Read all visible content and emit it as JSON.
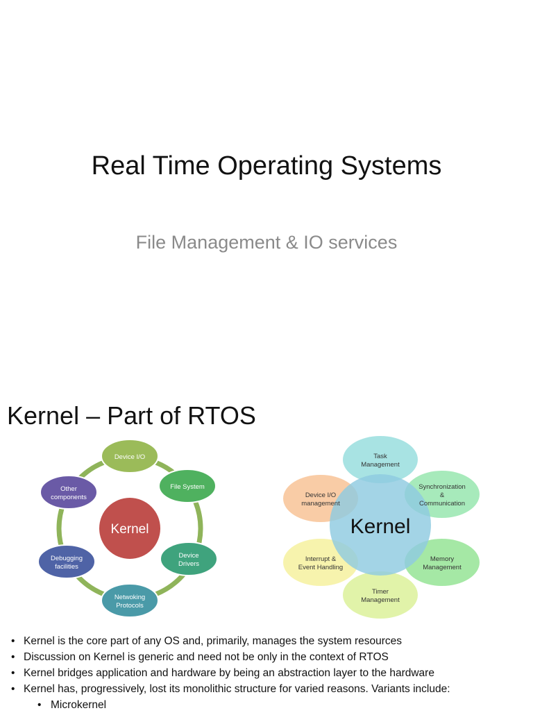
{
  "slide1": {
    "title": "Real Time Operating Systems",
    "subtitle": "File Management & IO services"
  },
  "slide2": {
    "title": "Kernel – Part of RTOS",
    "diagram_left": {
      "center": "Kernel",
      "nodes": [
        {
          "line1": "Device I/O",
          "line2": "",
          "color": "#9bbb59"
        },
        {
          "line1": "File System",
          "line2": "",
          "color": "#4fb15f"
        },
        {
          "line1": "Device",
          "line2": "Drivers",
          "color": "#3fa37d"
        },
        {
          "line1": "Netwoking",
          "line2": "Protocols",
          "color": "#4a9aa8"
        },
        {
          "line1": "Debugging",
          "line2": "facilities",
          "color": "#4f63a6"
        },
        {
          "line1": "Other",
          "line2": "components",
          "color": "#6a5aa6"
        }
      ]
    },
    "diagram_right": {
      "center": "Kernel",
      "nodes": [
        {
          "line1": "Task",
          "line2": "Management",
          "line3": "",
          "color": "#9ee0e0"
        },
        {
          "line1": "Synchronization",
          "line2": "&",
          "line3": "Communication",
          "color": "#9de8b4"
        },
        {
          "line1": "Memory",
          "line2": "Management",
          "line3": "",
          "color": "#9be59b"
        },
        {
          "line1": "Timer",
          "line2": "Management",
          "line3": "",
          "color": "#def2a0"
        },
        {
          "line1": "Interrupt &",
          "line2": "Event Handling",
          "line3": "",
          "color": "#f6f2a4"
        },
        {
          "line1": "Device I/O",
          "line2": "management",
          "line3": "",
          "color": "#f8c79c"
        }
      ]
    },
    "bullets": [
      "Kernel is the core part of any OS and, primarily, manages the system resources",
      "Discussion on Kernel is generic and need not be only in the context of RTOS",
      "Kernel bridges application and hardware by being an abstraction layer to the hardware",
      "Kernel has, progressively, lost its monolithic structure for varied reasons. Variants include:"
    ],
    "sub_bullets": [
      "Microkernel"
    ]
  }
}
